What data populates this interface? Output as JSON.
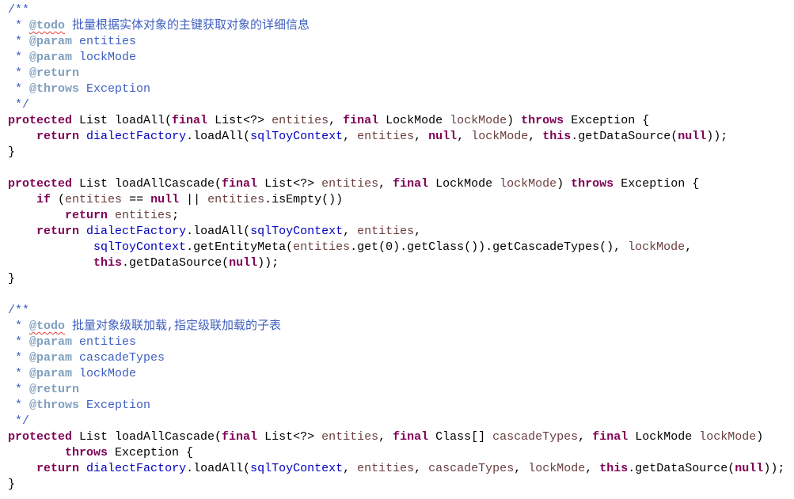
{
  "editor": {
    "lines": [
      [
        [
          "c",
          "/**"
        ]
      ],
      [
        [
          "c",
          " * "
        ],
        [
          "t",
          "@todo",
          "sq"
        ],
        [
          "c",
          " 批量根据实体对象的主键获取对象的详细信息"
        ]
      ],
      [
        [
          "c",
          " * "
        ],
        [
          "t",
          "@param"
        ],
        [
          "c",
          " entities"
        ]
      ],
      [
        [
          "c",
          " * "
        ],
        [
          "t",
          "@param"
        ],
        [
          "c",
          " lockMode"
        ]
      ],
      [
        [
          "c",
          " * "
        ],
        [
          "t",
          "@return"
        ]
      ],
      [
        [
          "c",
          " * "
        ],
        [
          "t",
          "@throws"
        ],
        [
          "c",
          " Exception"
        ]
      ],
      [
        [
          "c",
          " */"
        ]
      ],
      [
        [
          "k",
          "protected"
        ],
        [
          "n",
          " List loadAll("
        ],
        [
          "k",
          "final"
        ],
        [
          "n",
          " List<?> "
        ],
        [
          "p",
          "entities"
        ],
        [
          "n",
          ", "
        ],
        [
          "k",
          "final"
        ],
        [
          "n",
          " LockMode "
        ],
        [
          "p",
          "lockMode"
        ],
        [
          "n",
          ") "
        ],
        [
          "k",
          "throws"
        ],
        [
          "n",
          " Exception {"
        ]
      ],
      [
        [
          "n",
          "    "
        ],
        [
          "k",
          "return"
        ],
        [
          "n",
          " "
        ],
        [
          "f",
          "dialectFactory"
        ],
        [
          "n",
          ".loadAll("
        ],
        [
          "f",
          "sqlToyContext"
        ],
        [
          "n",
          ", "
        ],
        [
          "p",
          "entities"
        ],
        [
          "n",
          ", "
        ],
        [
          "k",
          "null"
        ],
        [
          "n",
          ", "
        ],
        [
          "p",
          "lockMode"
        ],
        [
          "n",
          ", "
        ],
        [
          "k",
          "this"
        ],
        [
          "n",
          ".getDataSource("
        ],
        [
          "k",
          "null"
        ],
        [
          "n",
          "));"
        ]
      ],
      [
        [
          "n",
          "}"
        ]
      ],
      [],
      [
        [
          "k",
          "protected"
        ],
        [
          "n",
          " List loadAllCascade("
        ],
        [
          "k",
          "final"
        ],
        [
          "n",
          " List<?> "
        ],
        [
          "p",
          "entities"
        ],
        [
          "n",
          ", "
        ],
        [
          "k",
          "final"
        ],
        [
          "n",
          " LockMode "
        ],
        [
          "p",
          "lockMode"
        ],
        [
          "n",
          ") "
        ],
        [
          "k",
          "throws"
        ],
        [
          "n",
          " Exception {"
        ]
      ],
      [
        [
          "n",
          "    "
        ],
        [
          "k",
          "if"
        ],
        [
          "n",
          " ("
        ],
        [
          "p",
          "entities"
        ],
        [
          "n",
          " == "
        ],
        [
          "k",
          "null"
        ],
        [
          "n",
          " || "
        ],
        [
          "p",
          "entities"
        ],
        [
          "n",
          ".isEmpty())"
        ]
      ],
      [
        [
          "n",
          "        "
        ],
        [
          "k",
          "return"
        ],
        [
          "n",
          " "
        ],
        [
          "p",
          "entities"
        ],
        [
          "n",
          ";"
        ]
      ],
      [
        [
          "n",
          "    "
        ],
        [
          "k",
          "return"
        ],
        [
          "n",
          " "
        ],
        [
          "f",
          "dialectFactory"
        ],
        [
          "n",
          ".loadAll("
        ],
        [
          "f",
          "sqlToyContext"
        ],
        [
          "n",
          ", "
        ],
        [
          "p",
          "entities"
        ],
        [
          "n",
          ","
        ]
      ],
      [
        [
          "n",
          "            "
        ],
        [
          "f",
          "sqlToyContext"
        ],
        [
          "n",
          ".getEntityMeta("
        ],
        [
          "p",
          "entities"
        ],
        [
          "n",
          ".get(0).getClass()).getCascadeTypes(), "
        ],
        [
          "p",
          "lockMode"
        ],
        [
          "n",
          ","
        ]
      ],
      [
        [
          "n",
          "            "
        ],
        [
          "k",
          "this"
        ],
        [
          "n",
          ".getDataSource("
        ],
        [
          "k",
          "null"
        ],
        [
          "n",
          "));"
        ]
      ],
      [
        [
          "n",
          "}"
        ]
      ],
      [],
      [
        [
          "c",
          "/**"
        ]
      ],
      [
        [
          "c",
          " * "
        ],
        [
          "t",
          "@todo",
          "sq"
        ],
        [
          "c",
          " 批量对象级联加载,指定级联加载的子表"
        ]
      ],
      [
        [
          "c",
          " * "
        ],
        [
          "t",
          "@param"
        ],
        [
          "c",
          " entities"
        ]
      ],
      [
        [
          "c",
          " * "
        ],
        [
          "t",
          "@param"
        ],
        [
          "c",
          " cascadeTypes"
        ]
      ],
      [
        [
          "c",
          " * "
        ],
        [
          "t",
          "@param"
        ],
        [
          "c",
          " lockMode"
        ]
      ],
      [
        [
          "c",
          " * "
        ],
        [
          "t",
          "@return"
        ]
      ],
      [
        [
          "c",
          " * "
        ],
        [
          "t",
          "@throws"
        ],
        [
          "c",
          " Exception"
        ]
      ],
      [
        [
          "c",
          " */"
        ]
      ],
      [
        [
          "k",
          "protected"
        ],
        [
          "n",
          " List loadAllCascade("
        ],
        [
          "k",
          "final"
        ],
        [
          "n",
          " List<?> "
        ],
        [
          "p",
          "entities"
        ],
        [
          "n",
          ", "
        ],
        [
          "k",
          "final"
        ],
        [
          "n",
          " Class[] "
        ],
        [
          "p",
          "cascadeTypes"
        ],
        [
          "n",
          ", "
        ],
        [
          "k",
          "final"
        ],
        [
          "n",
          " LockMode "
        ],
        [
          "p",
          "lockMode"
        ],
        [
          "n",
          ")"
        ]
      ],
      [
        [
          "n",
          "        "
        ],
        [
          "k",
          "throws"
        ],
        [
          "n",
          " Exception {"
        ]
      ],
      [
        [
          "n",
          "    "
        ],
        [
          "k",
          "return"
        ],
        [
          "n",
          " "
        ],
        [
          "f",
          "dialectFactory"
        ],
        [
          "n",
          ".loadAll("
        ],
        [
          "f",
          "sqlToyContext"
        ],
        [
          "n",
          ", "
        ],
        [
          "p",
          "entities"
        ],
        [
          "n",
          ", "
        ],
        [
          "p",
          "cascadeTypes"
        ],
        [
          "n",
          ", "
        ],
        [
          "p",
          "lockMode"
        ],
        [
          "n",
          ", "
        ],
        [
          "k",
          "this"
        ],
        [
          "n",
          ".getDataSource("
        ],
        [
          "k",
          "null"
        ],
        [
          "n",
          "));"
        ]
      ],
      [
        [
          "n",
          "}"
        ]
      ]
    ]
  }
}
